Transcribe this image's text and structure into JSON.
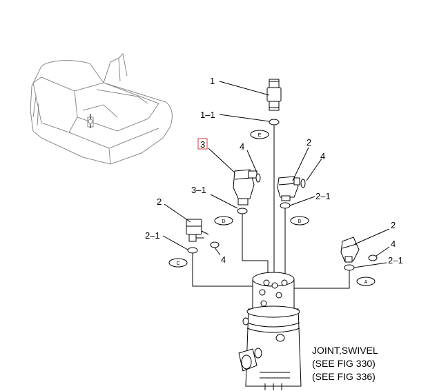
{
  "callouts": {
    "c1": "1",
    "c1_1": "1–1",
    "c3": "3",
    "c4a": "4",
    "c2a": "2",
    "c4b": "4",
    "c3_1": "3–1",
    "c2_1a": "2–1",
    "c2b": "2",
    "c2_1b": "2–1",
    "c4c": "4",
    "c2c": "2",
    "c4d": "4",
    "c2_1c": "2–1"
  },
  "ports": {
    "E": "E",
    "D": "D",
    "B": "B",
    "C": "C",
    "A": "A"
  },
  "caption": {
    "line1": "JOINT,SWIVEL",
    "line2": "(SEE FIG 330)",
    "line3": "(SEE FIG 336)"
  },
  "icons": {
    "overview": "machine-body-icon",
    "swivel": "swivel-joint-icon",
    "fitting": "elbow-fitting-icon",
    "oring": "o-ring-icon"
  },
  "colors": {
    "line": "#000000",
    "ghost": "#888888",
    "highlight": "#d33a3a"
  }
}
